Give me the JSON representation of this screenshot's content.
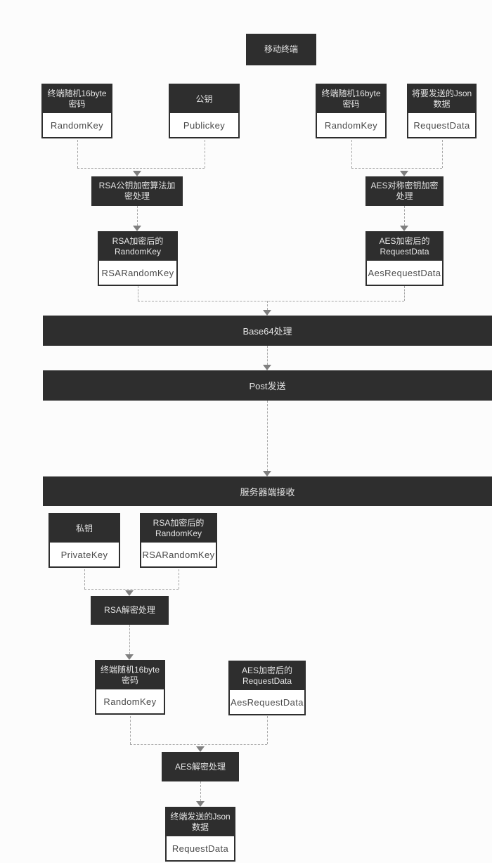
{
  "palette": {
    "box_dark": "#2e2e2e",
    "box_text": "#e4e4e4",
    "value_text": "#4a4a4a",
    "line": "#a6a6a6",
    "arrow": "#7f7f7f",
    "background": "#fcfcfc"
  },
  "mobile": {
    "title": "移动终端",
    "inputs": [
      {
        "label": "终端随机16byte\n密码",
        "value": "RandomKey"
      },
      {
        "label": "公钥",
        "value": "Publickey"
      },
      {
        "label": "终端随机16byte\n密码",
        "value": "RandomKey"
      },
      {
        "label": "将要发送的Json\n数据",
        "value": "RequestData"
      }
    ],
    "processes": [
      {
        "label": "RSA公钥加密算法加\n密处理"
      },
      {
        "label": "AES对称密钥加密\n处理"
      }
    ],
    "outputs": [
      {
        "label": "RSA加密后的\nRandomKey",
        "value": "RSARandomKey"
      },
      {
        "label": "AES加密后的\nRequestData",
        "value": "AesRequestData"
      }
    ]
  },
  "pipeline": {
    "base64": "Base64处理",
    "post": "Post发送",
    "server_receive": "服务器端接收"
  },
  "server": {
    "inputs": [
      {
        "label": "私钥",
        "value": "PrivateKey"
      },
      {
        "label": "RSA加密后的\nRandomKey",
        "value": "RSARandomKey"
      }
    ],
    "rsa_decrypt": "RSA解密处理",
    "decrypted": [
      {
        "label": "终端随机16byte\n密码",
        "value": "RandomKey"
      },
      {
        "label": "AES加密后的\nRequestData",
        "value": "AesRequestData"
      }
    ],
    "aes_decrypt": "AES解密处理",
    "result": {
      "label": "终端发送的Json\n数据",
      "value": "RequestData"
    }
  }
}
